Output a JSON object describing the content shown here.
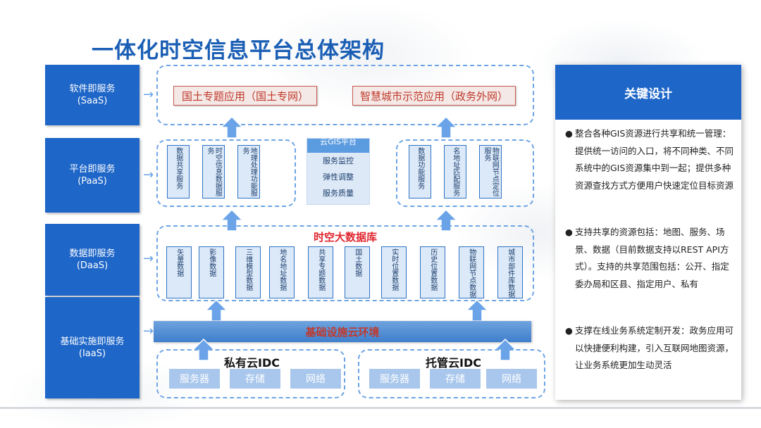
{
  "title": "一体化时空信息平台总体架构",
  "layers": {
    "saas": "软件即服务\n(SaaS)",
    "paas": "平台即服务\n(PaaS)",
    "daas": "数据即服务\n(DaaS)",
    "iaas": "基础实施即服务\n(IaaS)"
  },
  "saas_apps": [
    "国土专题应用（国土专网）",
    "智慧城市示范应用（政务外网）"
  ],
  "paas_left": [
    "数据共享服务",
    "时空信息数据服务",
    "地理处理功能服务"
  ],
  "gis": {
    "title": "云GIS平台",
    "items": [
      "服务监控",
      "弹性调整",
      "服务质量"
    ]
  },
  "paas_right": [
    "数据功能服务",
    "名地址匹配服务",
    "物联网节点定位服务"
  ],
  "database_title": "时空大数据库",
  "database_items": [
    "矢量数据",
    "影像数据",
    "三维模型数据",
    "地名地址数据",
    "共享专题数据",
    "国土数据",
    "实时位置数据",
    "历史位置数据",
    "物联网节点数据",
    "城市部件库数据"
  ],
  "cloud_env": "基础设施云环境",
  "private_idc": {
    "label": "私有云IDC",
    "items": [
      "服务器",
      "存储",
      "网络"
    ]
  },
  "hosted_idc": {
    "label": "托管云IDC",
    "items": [
      "服务器",
      "存储",
      "网络"
    ]
  },
  "panel": {
    "title": "关键设计",
    "bullets": [
      "整合各种GIS资源进行共享和统一管理：提供统一访问的入口，将不同种类、不同系统中的GIS资源集中到一起；提供多种资源查找方式方便用户快速定位目标资源",
      "支持共享的资源包括：地图、服务、场景、数据（目前数据支持以REST API方式）。支持的共享范围包括：公开、指定委办局和区县、指定用户、私有",
      "支撑在线业务系统定制开发：政务应用可以快捷便利构建，引入互联网地图资源，让业务系统更加生动灵活"
    ]
  },
  "colors": {
    "primary": "#1e66c8",
    "title": "#1b5fb5",
    "accent_red": "#e0262f",
    "dash": "#6da4e4"
  }
}
